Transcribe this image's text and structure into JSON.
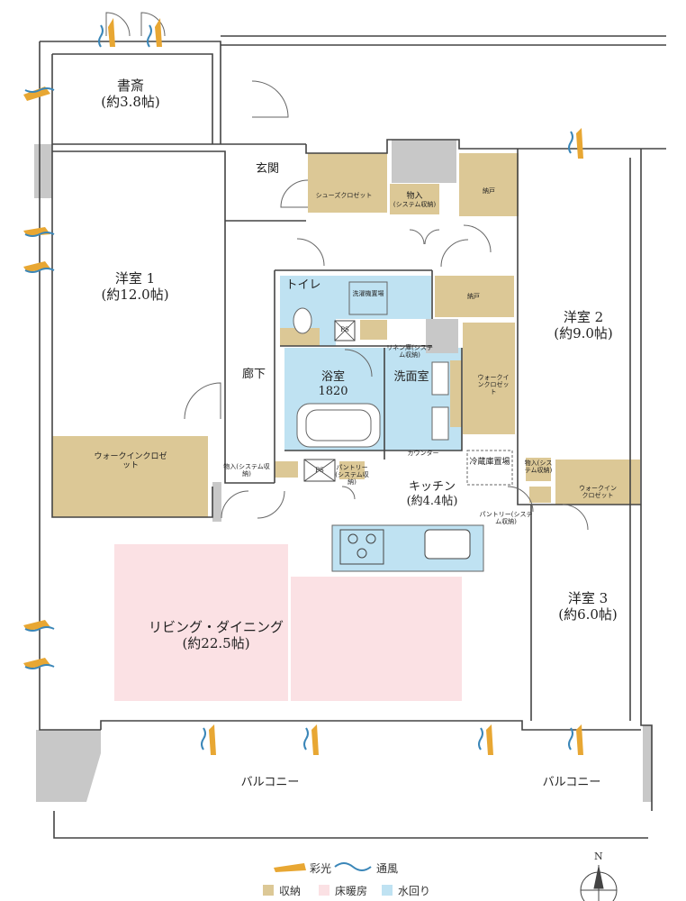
{
  "colors": {
    "storage": "#dcc896",
    "floor_heating": "#fbe1e4",
    "water": "#bfe2f2",
    "wall": "#c8c8c8",
    "light_arrow": "#e8a733",
    "wind": "#3a86b8"
  },
  "rooms": {
    "study": {
      "name": "書斎",
      "size": "(約3.8帖)"
    },
    "western1": {
      "name": "洋室 1",
      "size": "(約12.0帖)"
    },
    "western2": {
      "name": "洋室 2",
      "size": "(約9.0帖)"
    },
    "western3": {
      "name": "洋室 3",
      "size": "(約6.0帖)"
    },
    "living": {
      "name": "リビング・ダイニング",
      "size": "(約22.5帖)"
    },
    "kitchen": {
      "name": "キッチン",
      "size": "(約4.4帖)"
    },
    "entrance": "玄関",
    "corridor": "廊下",
    "toilet": "トイレ",
    "bath": {
      "name": "浴室",
      "size": "1820"
    },
    "washroom": "洗面室",
    "balcony_left": "バルコニー",
    "balcony_right": "バルコニー"
  },
  "storage": {
    "shoes_closet": "シューズクロゼット",
    "monoire_top": "物入",
    "system_storage": "(システム収納)",
    "nando_top": "納戸",
    "nando_mid": "納戸",
    "wic1": "ウォークインクロゼット",
    "wic2": "ウォークインクロゼット",
    "wic3": "ウォークインクロゼット",
    "linen": "リネン庫(システム収納)",
    "monoire_left": "物入(システム収納)",
    "pantry_center": "パントリー(システム収納)",
    "monoire_right": "物入(システム収納)",
    "pantry_right": "パントリー(システム収納)",
    "washer": "洗濯機置場",
    "fridge": "冷蔵庫置場",
    "counter": "カウンター",
    "ps1": "PS",
    "ps2": "PS"
  },
  "legend": {
    "light": "彩光",
    "wind": "通風",
    "storage": "収納",
    "floor_heating": "床暖房",
    "water": "水回り"
  },
  "compass": "N"
}
